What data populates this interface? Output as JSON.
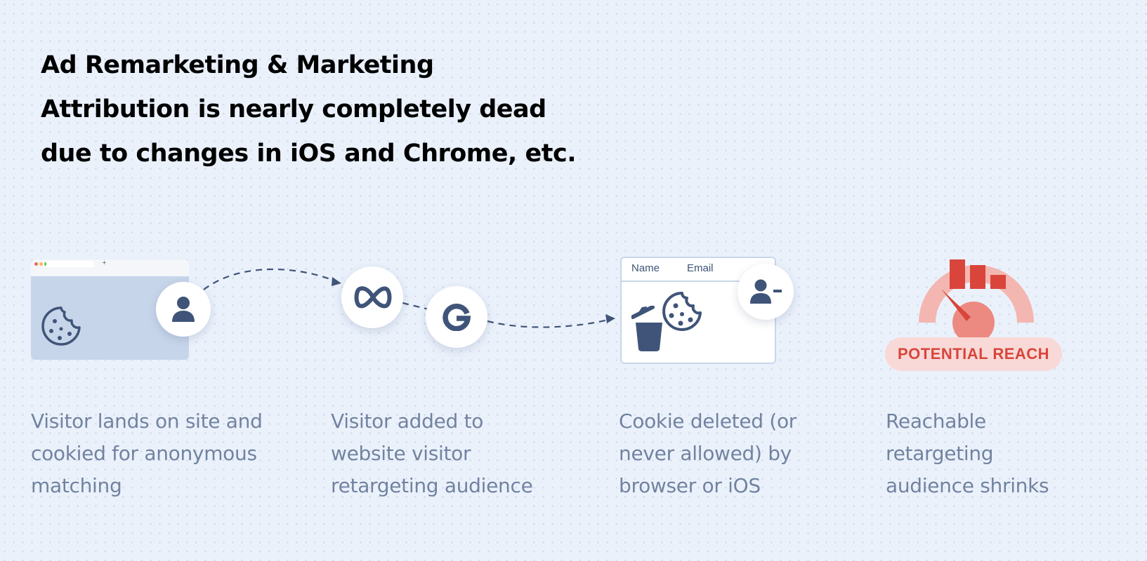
{
  "headline": {
    "line1": "Ad Remarketing & Marketing",
    "line2": "Attribution is nearly completely dead",
    "line3": "due to changes in iOS and Chrome, etc."
  },
  "steps": [
    {
      "lines": [
        "Visitor lands on site and",
        "cookied for anonymous",
        "matching"
      ]
    },
    {
      "lines": [
        "Visitor added to",
        "website visitor",
        "retargeting audience"
      ]
    },
    {
      "lines": [
        "Cookie deleted (or",
        "never allowed) by",
        "browser or iOS"
      ]
    },
    {
      "lines": [
        "Reachable",
        "retargeting",
        "audience shrinks"
      ]
    }
  ],
  "cookie_card": {
    "col1": "Name",
    "col2": "Email"
  },
  "reach": {
    "label": "POTENTIAL REACH"
  },
  "colors": {
    "navy": "#3f5478",
    "red": "#d9453b",
    "pink": "#f4b6b1",
    "caption": "#7283a0"
  }
}
